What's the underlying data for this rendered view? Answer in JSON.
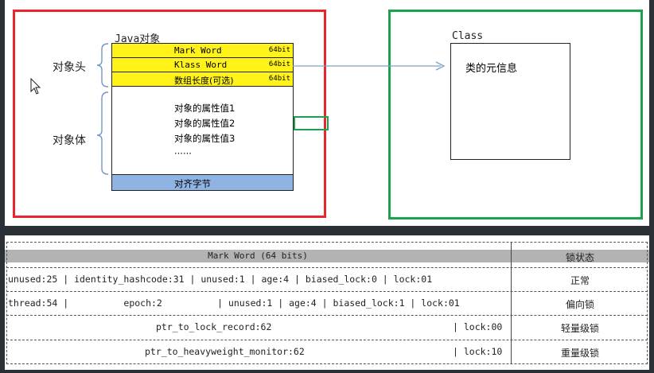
{
  "diagram": {
    "java_object_title": "Java对象",
    "object_header_label": "对象头",
    "object_body_label": "对象体",
    "header_rows": [
      {
        "name": "Mark Word",
        "bits": "64bit"
      },
      {
        "name": "Klass Word",
        "bits": "64bit"
      },
      {
        "name": "数组长度(可选)",
        "bits": "64bit"
      }
    ],
    "body_lines": [
      "对象的属性值1",
      "对象的属性值2",
      "对象的属性值3",
      "······"
    ],
    "padding_label": "对齐字节",
    "class_title": "Class",
    "class_content": "类的元信息",
    "colors": {
      "red_frame": "#e8262e",
      "green_frame": "#1aa34a",
      "header_fill": "#fff31a",
      "padding_fill": "#8fb3e3",
      "arrow": "#7aa3c8"
    }
  },
  "table": {
    "header_left": "Mark Word (64 bits)",
    "header_right": "锁状态",
    "rows": [
      {
        "layout": "unused:25 | identity_hashcode:31 | unused:1 | age:4 | biased_lock:0 | lock:01",
        "state": "正常"
      },
      {
        "layout": "thread:54 |          epoch:2          | unused:1 | age:4 | biased_lock:1 | lock:01",
        "state": "偏向锁"
      },
      {
        "layout_main": "ptr_to_lock_record:62",
        "layout_lock": "| lock:00",
        "state": "轻量级锁"
      },
      {
        "layout_main": "ptr_to_heavyweight_monitor:62",
        "layout_lock": "| lock:10",
        "state": "重量级锁"
      }
    ]
  }
}
